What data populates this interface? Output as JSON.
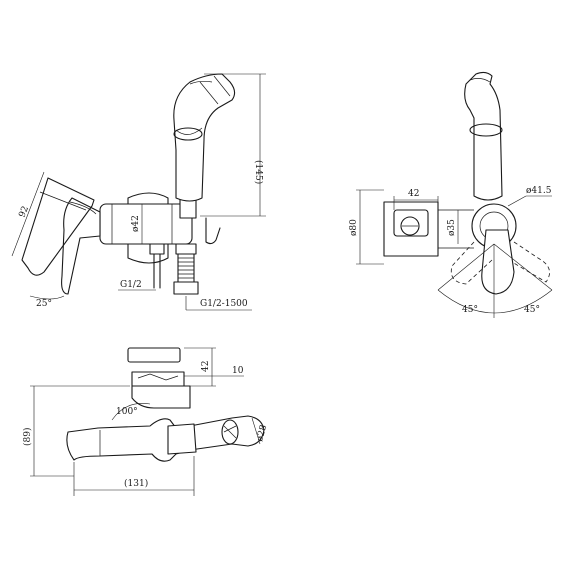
{
  "side_view": {
    "dim_145": "(145)",
    "dim_92": "92",
    "dim_phi42": "ø42",
    "dim_25deg": "25°",
    "thread_g12": "G1/2",
    "hose": "G1/2-1500"
  },
  "front_view": {
    "dim_42": "42",
    "dim_phi80": "ø80",
    "dim_phi35": "ø35",
    "dim_phi415": "ø41.5",
    "angle_left": "45°",
    "angle_right": "45°"
  },
  "top_view": {
    "dim_42": "42",
    "dim_10": "10",
    "dim_89": "(89)",
    "dim_100deg": "100°",
    "dim_phi28": "ø28",
    "dim_131": "(131)"
  },
  "colors": {
    "line": "#1a1a1a",
    "background": "#ffffff"
  }
}
